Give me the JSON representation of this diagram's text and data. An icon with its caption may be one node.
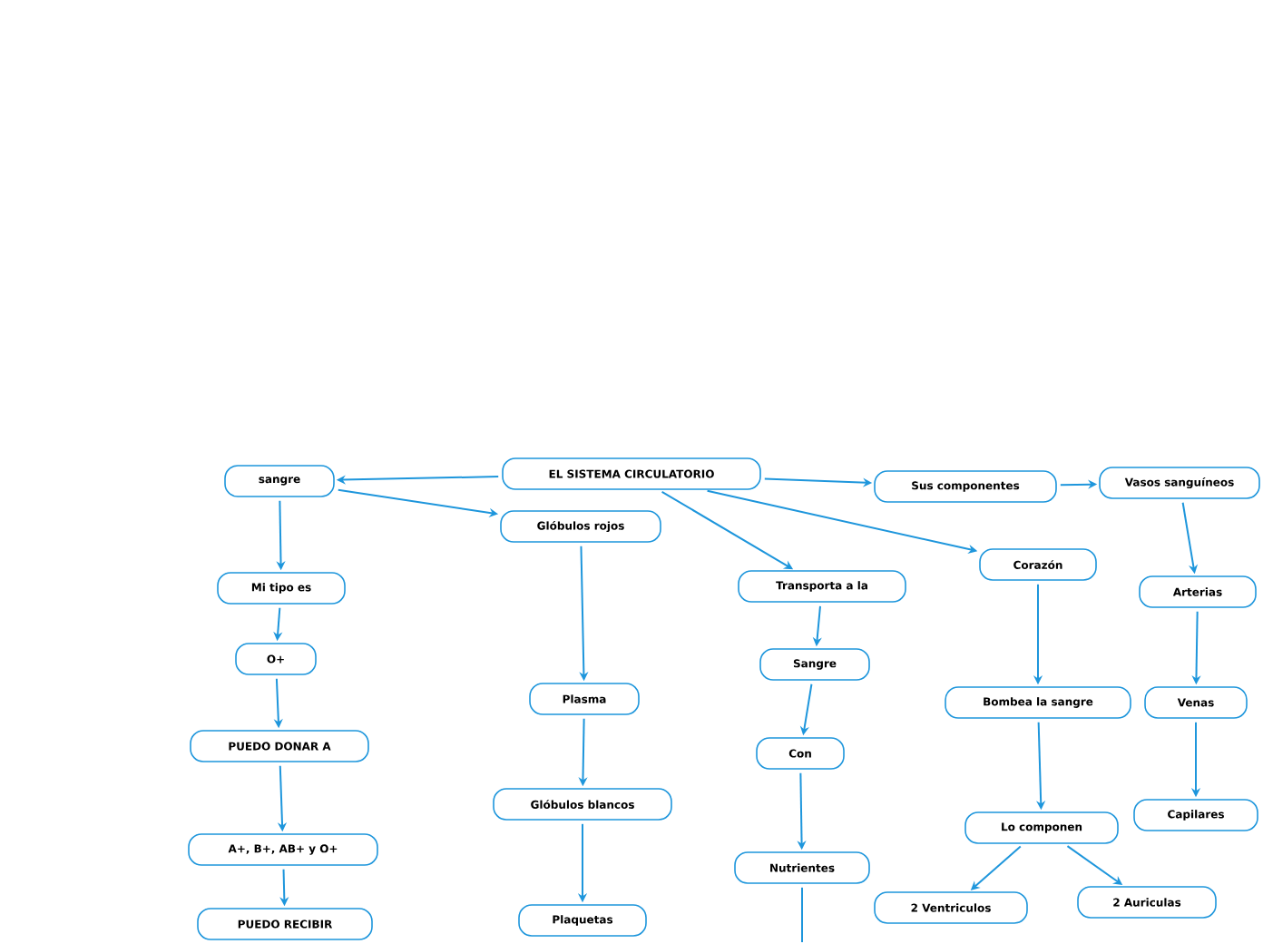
{
  "diagram": {
    "nodes": [
      {
        "text": [
          "EL SISTEMA CIRCULATORIO"
        ]
      },
      {
        "text": [
          "sangre"
        ]
      },
      {
        "text": [
          "Glóbulos rojos"
        ]
      },
      {
        "text": [
          "Sus componentes"
        ]
      },
      {
        "text": [
          "Vasos sanguíneos"
        ]
      },
      {
        "text": [
          "Transporta a la"
        ]
      },
      {
        "text": [
          "Corazón"
        ]
      },
      {
        "text": [
          "Mi tipo es"
        ]
      },
      {
        "text": [
          "Arterias"
        ]
      },
      {
        "text": [
          "O+"
        ]
      },
      {
        "text": [
          "Sangre"
        ]
      },
      {
        "text": [
          "Plasma"
        ]
      },
      {
        "text": [
          "Bombea la sangre"
        ]
      },
      {
        "text": [
          "Venas"
        ]
      },
      {
        "text": [
          "PUEDO DONAR A"
        ]
      },
      {
        "text": [
          "Con"
        ]
      },
      {
        "text": [
          "Glóbulos blancos"
        ]
      },
      {
        "text": [
          "Capilares"
        ]
      },
      {
        "text": [
          "Lo componen"
        ]
      },
      {
        "text": [
          "A+, B+, AB+ y O+"
        ]
      },
      {
        "text": [
          "Nutrientes"
        ]
      },
      {
        "text": [
          "2 Auriculas"
        ]
      },
      {
        "text": [
          "2 Ventriculos"
        ]
      },
      {
        "text": [
          "Plaquetas"
        ]
      },
      {
        "text": [
          "PUEDO RECIBIR"
        ]
      }
    ],
    "edges": [
      {
        "from": 0,
        "to": 1,
        "arrow": "to"
      },
      {
        "from": 1,
        "to": 2,
        "arrow": "to"
      },
      {
        "from": 0,
        "to": 3,
        "arrow": "to"
      },
      {
        "from": 3,
        "to": 4,
        "arrow": "to"
      },
      {
        "from": 0,
        "to": 5,
        "arrow": "to"
      },
      {
        "from": 0,
        "to": 6,
        "arrow": "to"
      },
      {
        "from": 1,
        "to": 7,
        "arrow": "to"
      },
      {
        "from": 7,
        "to": 9,
        "arrow": "to"
      },
      {
        "from": 9,
        "to": 14,
        "arrow": "to"
      },
      {
        "from": 14,
        "to": 19,
        "arrow": "to"
      },
      {
        "from": 19,
        "to": 24,
        "arrow": "to"
      },
      {
        "from": 2,
        "to": 11,
        "arrow": "to"
      },
      {
        "from": 11,
        "to": 16,
        "arrow": "to"
      },
      {
        "from": 16,
        "to": 23,
        "arrow": "to"
      },
      {
        "from": 5,
        "to": 10,
        "arrow": "to"
      },
      {
        "from": 10,
        "to": 15,
        "arrow": "to"
      },
      {
        "from": 15,
        "to": 20,
        "arrow": "to"
      },
      {
        "from": 20,
        "to": null,
        "arrow": "none"
      },
      {
        "from": 6,
        "to": 12,
        "arrow": "to"
      },
      {
        "from": 12,
        "to": 18,
        "arrow": "to"
      },
      {
        "from": 18,
        "to": 22,
        "arrow": "to"
      },
      {
        "from": 18,
        "to": 21,
        "arrow": "to"
      },
      {
        "from": 4,
        "to": 8,
        "arrow": "to"
      },
      {
        "from": 8,
        "to": 13,
        "arrow": "to"
      },
      {
        "from": 13,
        "to": 17,
        "arrow": "to"
      }
    ]
  }
}
